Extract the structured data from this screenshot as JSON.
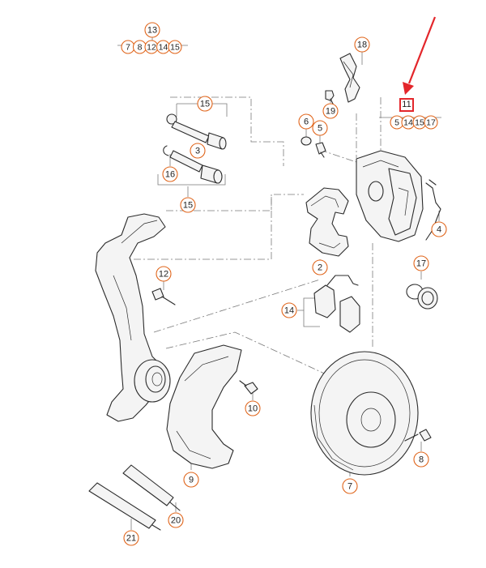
{
  "accent_color": "#e0651b",
  "arrow_color": "#e3262b",
  "highlight_color": "#e3262b",
  "callouts": [
    {
      "id": "c13",
      "label": "13"
    },
    {
      "id": "c18",
      "label": "18"
    },
    {
      "id": "c11",
      "label": "11"
    },
    {
      "id": "c15a",
      "label": "15"
    },
    {
      "id": "c19",
      "label": "19"
    },
    {
      "id": "c6",
      "label": "6"
    },
    {
      "id": "c5",
      "label": "5"
    },
    {
      "id": "c3",
      "label": "3"
    },
    {
      "id": "c16",
      "label": "16"
    },
    {
      "id": "c15b",
      "label": "15"
    },
    {
      "id": "c4",
      "label": "4"
    },
    {
      "id": "c17",
      "label": "17"
    },
    {
      "id": "c2",
      "label": "2"
    },
    {
      "id": "c12",
      "label": "12"
    },
    {
      "id": "c14",
      "label": "14"
    },
    {
      "id": "c10",
      "label": "10"
    },
    {
      "id": "c8",
      "label": "8"
    },
    {
      "id": "c9",
      "label": "9"
    },
    {
      "id": "c7",
      "label": "7"
    },
    {
      "id": "c20",
      "label": "20"
    },
    {
      "id": "c21",
      "label": "21"
    }
  ],
  "group_13": [
    "7",
    "8",
    "12",
    "14",
    "15"
  ],
  "group_11": [
    "5",
    "14",
    "15",
    "17"
  ]
}
